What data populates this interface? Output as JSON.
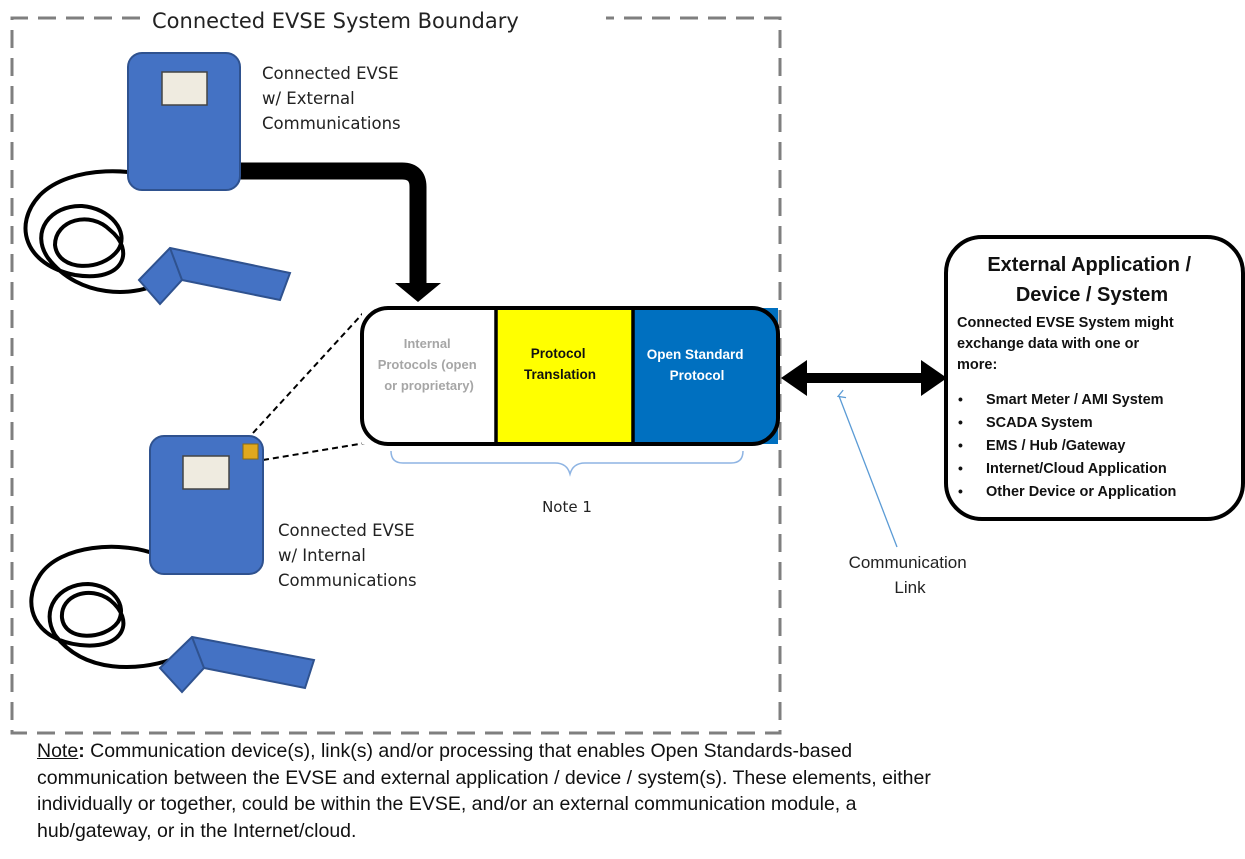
{
  "boundary": {
    "title": "Connected EVSE System Boundary"
  },
  "evse_external": {
    "label_lines": [
      "Connected EVSE",
      "w/ External",
      "Communications"
    ]
  },
  "evse_internal": {
    "label_lines": [
      "Connected EVSE",
      "w/ Internal",
      "Communications"
    ]
  },
  "protocol_stack": {
    "internal": {
      "lines": [
        "Internal",
        "Protocols (open",
        "or proprietary)"
      ],
      "color": "#ffffff",
      "text_color": "#a6a6a6"
    },
    "translation": {
      "lines": [
        "Protocol",
        "Translation"
      ],
      "color": "#ffff00",
      "text_color": "#111111"
    },
    "open_standard": {
      "lines": [
        "Open Standard",
        "Protocol"
      ],
      "color": "#0070c0",
      "text_color": "#ffffff"
    }
  },
  "bracket_note": "Note 1",
  "communication_link": {
    "lines": [
      "Communication",
      "Link"
    ]
  },
  "external_box": {
    "title_lines": [
      "External Application /",
      "Device / System"
    ],
    "intro_lines": [
      "Connected EVSE System might",
      "exchange data with one or",
      "more:"
    ],
    "items": [
      "Smart Meter / AMI System",
      "SCADA System",
      "EMS / Hub /Gateway",
      "Internet/Cloud Application",
      "Other Device or Application"
    ]
  },
  "colors": {
    "evse_blue": "#4472c4",
    "evse_dark": "#2f528f",
    "screen": "#efebe0",
    "indicator": "#e0a81e"
  },
  "footnote": {
    "label": "Note",
    "colon": ":",
    "lines": [
      " Communication device(s), link(s) and/or processing that enables Open Standards-based",
      "communication between the EVSE and external application / device / system(s).  These elements, either",
      "individually or together, could be within the EVSE, and/or an external communication module, a",
      "hub/gateway, or in the Internet/cloud."
    ]
  }
}
